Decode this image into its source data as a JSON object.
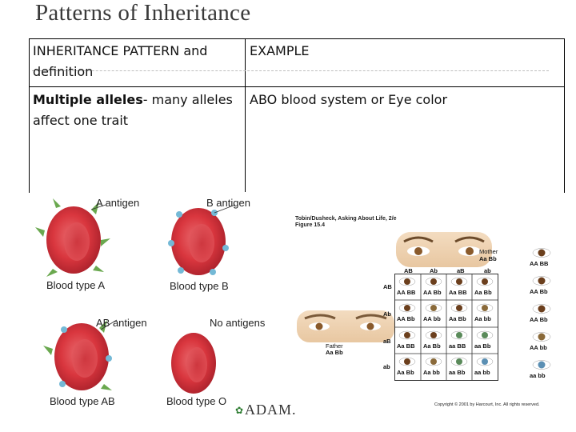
{
  "page": {
    "title": "Patterns of Inheritance"
  },
  "table": {
    "headers": [
      "INHERITANCE  PATTERN and definition",
      "EXAMPLE"
    ],
    "row": {
      "term": "Multiple alleles",
      "definition": "- many alleles affect one trait",
      "example": "ABO blood system or Eye color"
    }
  },
  "blood_figure": {
    "labels": {
      "a_antigen": "A antigen",
      "b_antigen": "B antigen",
      "ab_antigen": "AB antigen",
      "no_antigens": "No antigens",
      "type_a": "Blood type A",
      "type_b": "Blood type B",
      "type_ab": "Blood type AB",
      "type_o": "Blood type O"
    },
    "logo": "ADAM.",
    "colors": {
      "cell": "#d9363e",
      "cell_dark": "#a8202a",
      "a_antigen": "#6aa84f",
      "b_antigen": "#74b9d6"
    }
  },
  "eye_figure": {
    "source": "Tobin/Dusheck, Asking About Life, 2/e",
    "figure": "Figure 15.4",
    "mother_label": "Mother",
    "mother_genotype": "Aa Bb",
    "father_label": "Father",
    "father_genotype": "Aa Bb",
    "col_headers": [
      "AB",
      "Ab",
      "aB",
      "ab"
    ],
    "row_headers": [
      "AB",
      "Ab",
      "aB",
      "ab"
    ],
    "cells": [
      [
        "AA BB",
        "AA Bb",
        "Aa BB",
        "Aa Bb"
      ],
      [
        "AA Bb",
        "AA bb",
        "Aa Bb",
        "Aa bb"
      ],
      [
        "Aa BB",
        "Aa Bb",
        "aa BB",
        "aa Bb"
      ],
      [
        "Aa Bb",
        "Aa bb",
        "aa Bb",
        "aa bb"
      ]
    ],
    "key": [
      "AA BB",
      "AA Bb",
      "AA Bb",
      "AA bb",
      "aa bb"
    ],
    "copyright": "Copyright © 2001 by Harcourt, Inc. All rights reserved."
  }
}
